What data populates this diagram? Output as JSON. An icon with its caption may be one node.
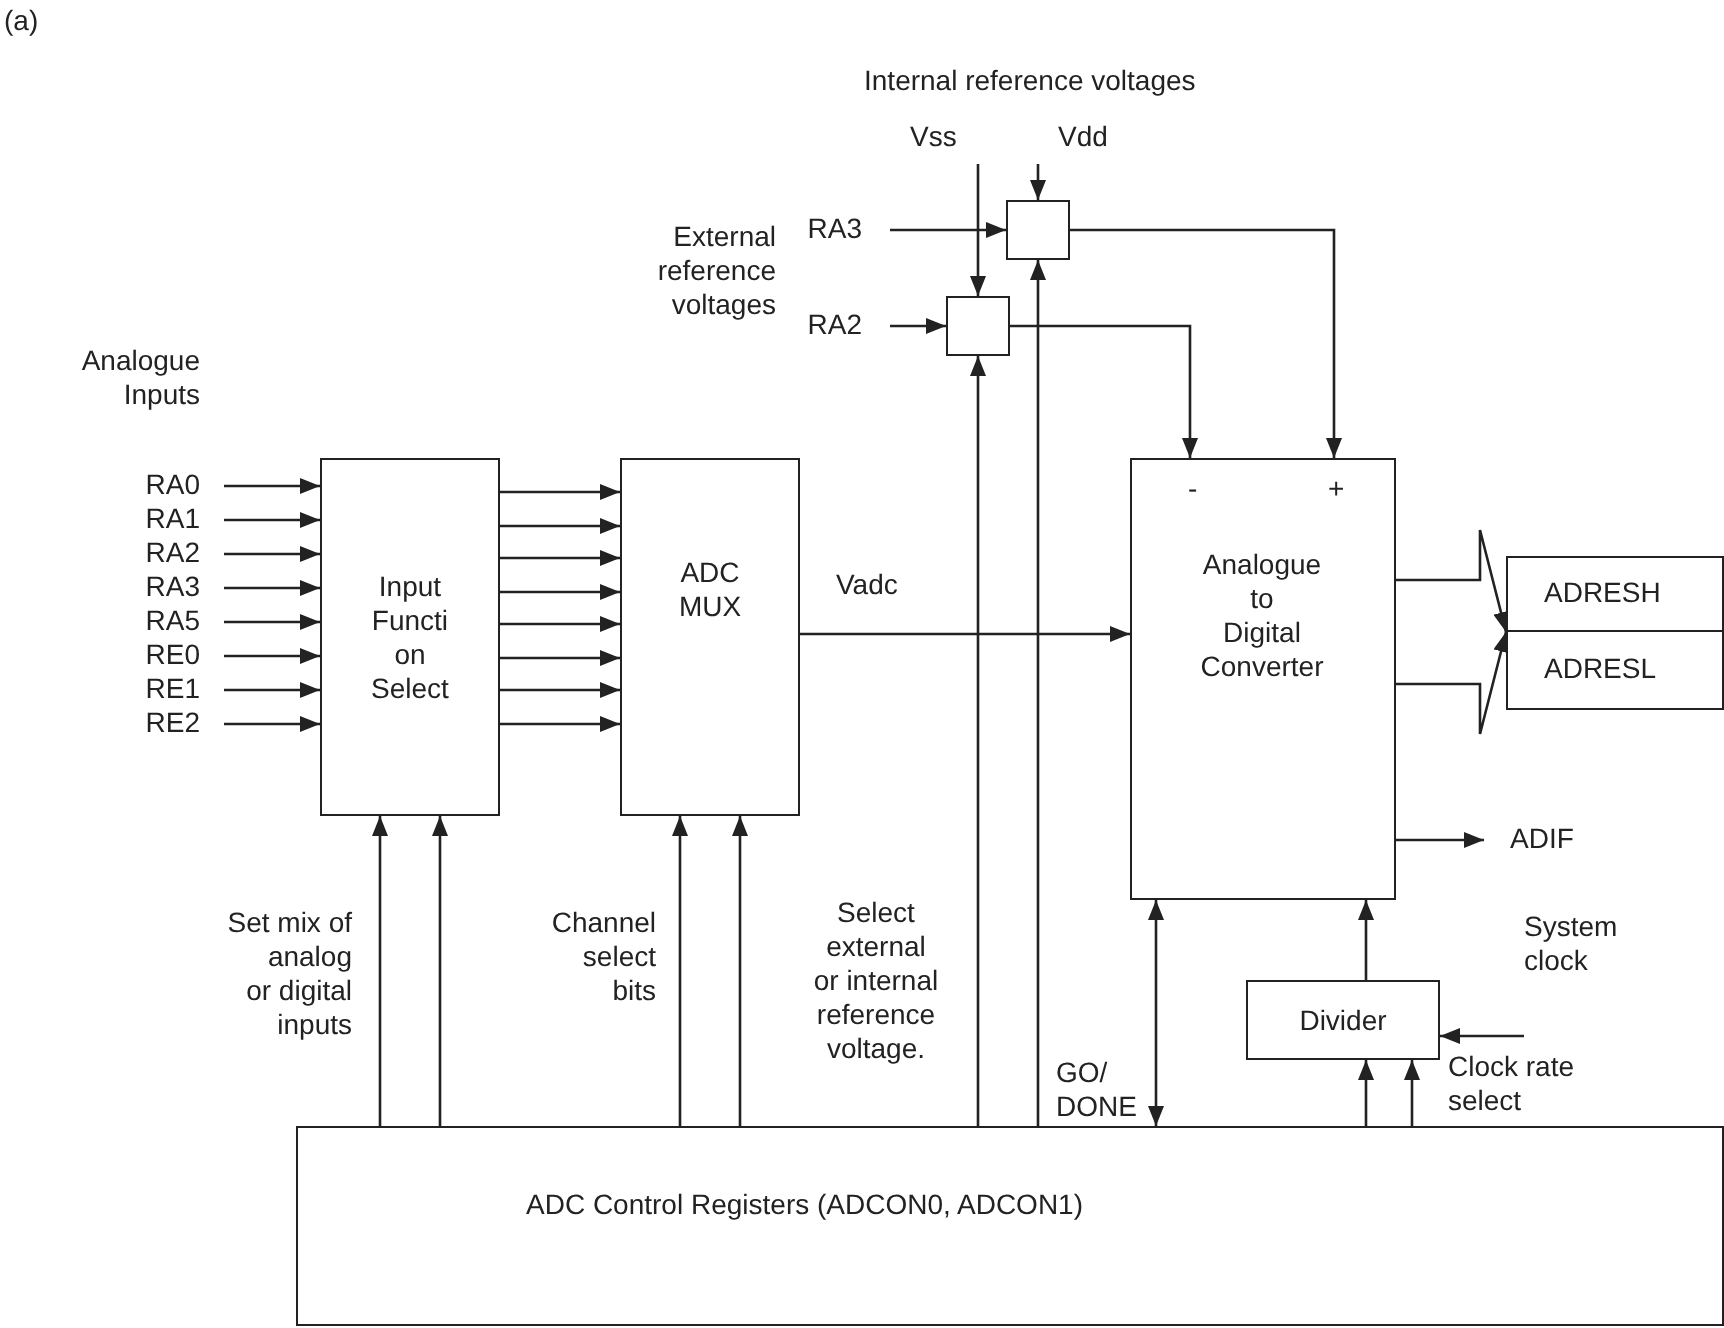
{
  "diagram": {
    "nodes": [
      {
        "text": [
          "Input Functi on Select"
        ]
      },
      {
        "text": [
          "ADC MUX"
        ]
      },
      {
        "text": [
          "-",
          "+",
          "Analogue to Digital Converter"
        ]
      },
      {
        "text": [
          "ADRESH"
        ]
      },
      {
        "text": [
          "ADRESL"
        ]
      },
      {
        "text": [
          "ADIF"
        ]
      },
      {
        "text": [
          "Divider"
        ]
      },
      {
        "text": [
          "ADC Control Registers (ADCON0, ADCON1)"
        ]
      },
      {
        "text": [],
        "shape": "box"
      },
      {
        "text": [],
        "shape": "box"
      },
      {
        "text": [
          "Vss"
        ]
      },
      {
        "text": [
          "Vdd"
        ]
      },
      {
        "text": [
          "RA3"
        ]
      },
      {
        "text": [
          "RA2"
        ]
      },
      {
        "text": [
          "RA0"
        ]
      },
      {
        "text": [
          "RA1"
        ]
      },
      {
        "text": [
          "RA2"
        ]
      },
      {
        "text": [
          "RA3"
        ]
      },
      {
        "text": [
          "RA5"
        ]
      },
      {
        "text": [
          "RE0"
        ]
      },
      {
        "text": [
          "RE1"
        ]
      },
      {
        "text": [
          "RE2"
        ]
      }
    ],
    "edges": [
      {
        "from": 14,
        "to": 0,
        "arrow": "to"
      },
      {
        "from": 15,
        "to": 0,
        "arrow": "to"
      },
      {
        "from": 16,
        "to": 0,
        "arrow": "to"
      },
      {
        "from": 17,
        "to": 0,
        "arrow": "to"
      },
      {
        "from": 18,
        "to": 0,
        "arrow": "to"
      },
      {
        "from": 19,
        "to": 0,
        "arrow": "to"
      },
      {
        "from": 20,
        "to": 0,
        "arrow": "to"
      },
      {
        "from": 21,
        "to": 0,
        "arrow": "to"
      },
      {
        "from": 0,
        "to": 1,
        "arrow": "to"
      },
      {
        "from": 0,
        "to": 1,
        "arrow": "to"
      },
      {
        "from": 0,
        "to": 1,
        "arrow": "to"
      },
      {
        "from": 0,
        "to": 1,
        "arrow": "to"
      },
      {
        "from": 0,
        "to": 1,
        "arrow": "to"
      },
      {
        "from": 0,
        "to": 1,
        "arrow": "to"
      },
      {
        "from": 0,
        "to": 1,
        "arrow": "to"
      },
      {
        "from": 0,
        "to": 1,
        "arrow": "to"
      },
      {
        "from": 1,
        "to": 2,
        "arrow": "to",
        "label": "Vadc"
      },
      {
        "from": 2,
        "to": 3,
        "arrow": "to"
      },
      {
        "from": 2,
        "to": 4,
        "arrow": "to"
      },
      {
        "from": 2,
        "to": 5,
        "arrow": "to"
      },
      {
        "from": null,
        "to": 6,
        "arrow": "to"
      },
      {
        "from": 6,
        "to": 2,
        "arrow": "to"
      },
      {
        "from": 7,
        "to": 6,
        "arrow": "to"
      },
      {
        "from": 7,
        "to": 6,
        "arrow": "to"
      },
      {
        "from": 7,
        "to": 2,
        "arrow": "both"
      },
      {
        "from": 7,
        "to": 0,
        "arrow": "to"
      },
      {
        "from": 7,
        "to": 0,
        "arrow": "to"
      },
      {
        "from": 7,
        "to": 1,
        "arrow": "to"
      },
      {
        "from": 7,
        "to": 1,
        "arrow": "to"
      },
      {
        "from": 7,
        "to": 9,
        "arrow": "to"
      },
      {
        "from": 7,
        "to": 8,
        "arrow": "to"
      },
      {
        "from": 11,
        "to": 8,
        "arrow": "to"
      },
      {
        "from": 10,
        "to": 9,
        "arrow": "to"
      },
      {
        "from": 12,
        "to": 8,
        "arrow": "to"
      },
      {
        "from": 13,
        "to": 9,
        "arrow": "to"
      },
      {
        "from": 8,
        "to": 2,
        "arrow": "to"
      },
      {
        "from": 9,
        "to": 2,
        "arrow": "to"
      }
    ],
    "labels": [
      "(a)",
      "Internal reference voltages",
      "External reference voltages",
      "Analogue Inputs",
      "Set mix of analog or digital inputs",
      "Channel select bits",
      "Select external or internal reference voltage.",
      "GO/ DONE",
      "System clock",
      "Clock rate select"
    ]
  }
}
